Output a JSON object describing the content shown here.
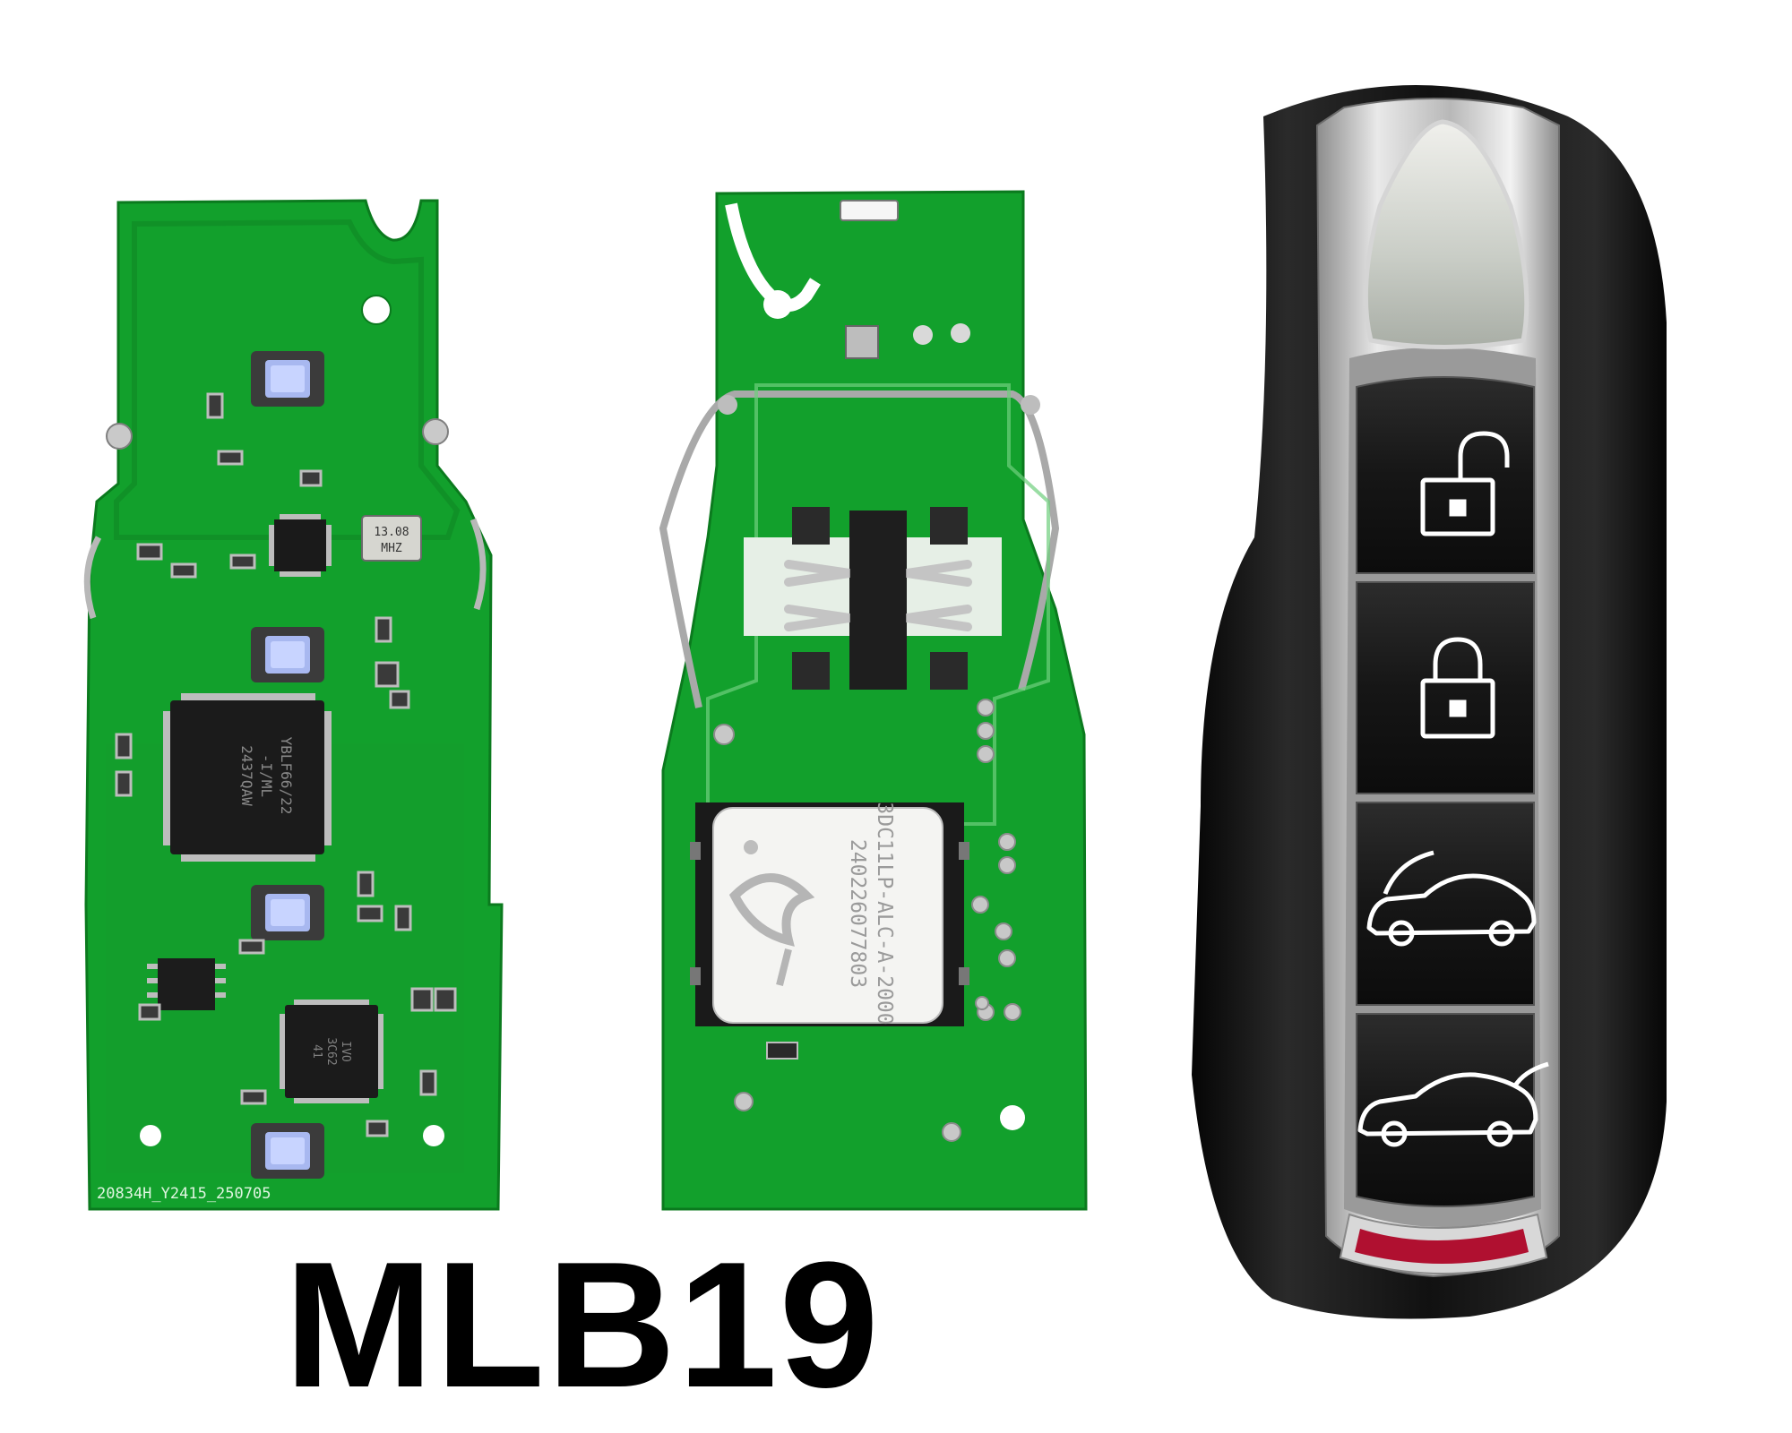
{
  "caption": {
    "model_label": "MLB19"
  },
  "pcb_front": {
    "silkscreen": "20834H_Y2415_250705",
    "crystal_text": [
      "13.08",
      "MHZ"
    ],
    "mcu_marking": [
      "YBLF66/22",
      "-I/ML",
      "2437QAW"
    ],
    "small_ic_marking": [
      "IVO",
      "3C62",
      "41"
    ]
  },
  "pcb_back": {
    "module_marking": [
      "3DC11LP-ALC-A-2000",
      "240226077803"
    ]
  },
  "key_fob": {
    "buttons": [
      {
        "name": "unlock",
        "icon": "unlocked-padlock-icon"
      },
      {
        "name": "lock",
        "icon": "locked-padlock-icon"
      },
      {
        "name": "front-trunk",
        "icon": "car-hood-open-icon"
      },
      {
        "name": "rear-trunk",
        "icon": "car-trunk-open-icon"
      }
    ],
    "colors": {
      "body": "#141414",
      "trim": "#c9c9c9",
      "accent": "#b01030"
    }
  },
  "colors": {
    "pcb": "#12a02c",
    "pcb_dark": "#0b7a1e",
    "background": "#ffffff"
  }
}
